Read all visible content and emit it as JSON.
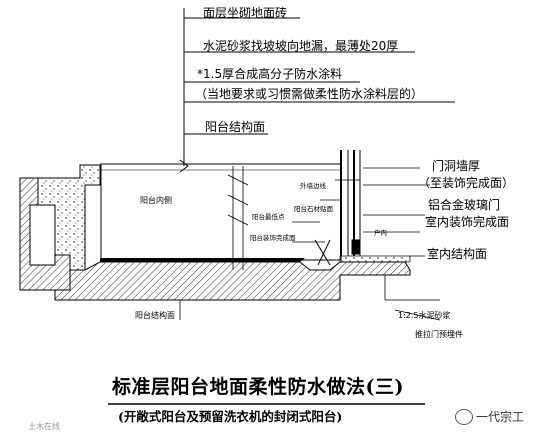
{
  "annotations_top": {
    "line1": "面层坐砌地面砖",
    "line2": "水泥砂浆找坡坡向地漏，最薄处20厚",
    "line3": "*1.5厚合成高分子防水涂料",
    "line4": "（当地要求或习惯需做柔性防水涂料层的）",
    "line5": "阳台结构面"
  },
  "annotations_right": {
    "door_wall_1": "门洞墙厚",
    "door_wall_2": "（至装饰完成面）",
    "aluminum_door": "铝合金玻璃门",
    "indoor_finish": "室内装饰完成面",
    "indoor_structure": "室内结构面",
    "mortar": "1:2.5水泥砂浆",
    "embedded": "推拉门预埋件"
  },
  "annotations_small": {
    "balcony_inner": "阳台内侧",
    "outer_wall_line": "外墙边线",
    "balcony_low_point": "阳台最低点",
    "balcony_stone": "阳台石材贴面",
    "balcony_finish": "阳台装饰完成面",
    "balcony_structure": "阳台结构面",
    "indoor_room": "户内"
  },
  "title": "标准层阳台地面柔性防水做法(三)",
  "subtitle": "(开敞式阳台及预留洗衣机的封闭式阳台)",
  "watermark_left": "土木在线",
  "watermark_right": "一代宗工"
}
